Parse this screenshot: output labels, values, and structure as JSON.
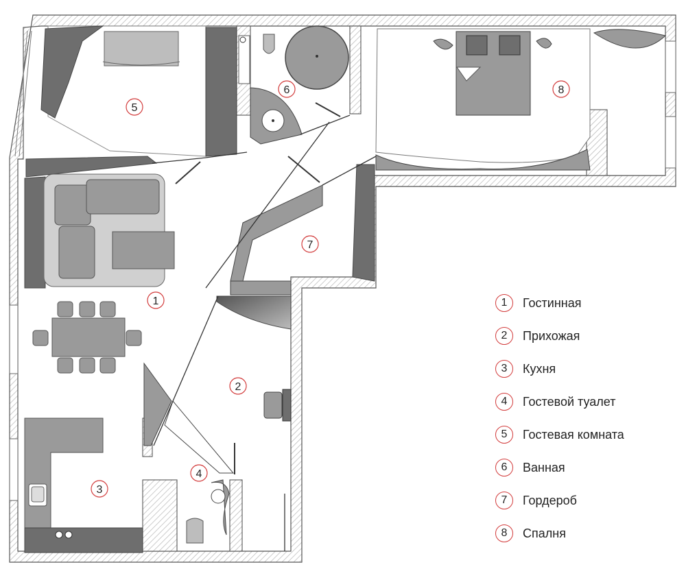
{
  "rooms": [
    {
      "num": "1",
      "name": "Гостинная"
    },
    {
      "num": "2",
      "name": "Прихожая"
    },
    {
      "num": "3",
      "name": "Кухня"
    },
    {
      "num": "4",
      "name": "Гостевой туалет"
    },
    {
      "num": "5",
      "name": "Гостевая комната"
    },
    {
      "num": "6",
      "name": "Ванная"
    },
    {
      "num": "7",
      "name": "Гордероб"
    },
    {
      "num": "8",
      "name": "Спалня"
    }
  ],
  "colors": {
    "marker_outline": "#d23a3a",
    "dark_fill": "#6e6e6e",
    "mid_fill": "#9a9a9a",
    "light_fill": "#bdbdbd",
    "wall_hatch": "#b5b5b5"
  }
}
